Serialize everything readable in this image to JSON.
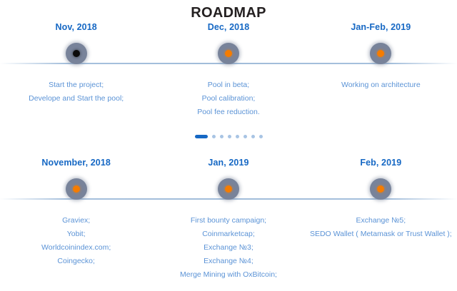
{
  "title": "ROADMAP",
  "colors": {
    "heading": "#1668c4",
    "body": "#5b93d6",
    "node_ring": "#78839a",
    "node_core": "#f57c00",
    "node_core_done": "#0b0b0b",
    "rule": "#96b5d6",
    "title": "#231f20"
  },
  "rows": [
    {
      "columns": [
        {
          "heading": "Nov, 2018",
          "marker": "milestone-node-done",
          "items": [
            "Start the project;",
            "Develope and Start the pool;"
          ]
        },
        {
          "heading": "Dec, 2018",
          "marker": "milestone-node",
          "items": [
            "Pool in beta;",
            "Pool calibration;",
            "Pool fee reduction."
          ]
        },
        {
          "heading": "Jan-Feb, 2019",
          "marker": "milestone-node",
          "items": [
            "Working on architecture"
          ]
        }
      ]
    },
    {
      "columns": [
        {
          "heading": "November, 2018",
          "marker": "milestone-node",
          "items": [
            "Graviex;",
            "Yobit;",
            "Worldcoinindex.com;",
            "Coingecko;"
          ]
        },
        {
          "heading": "Jan, 2019",
          "marker": "milestone-node",
          "items": [
            "First bounty campaign;",
            "Coinmarketcap;",
            "Exchange №3;",
            "Exchange №4;",
            "Merge Mining with OxBitcoin;"
          ]
        },
        {
          "heading": "Feb, 2019",
          "marker": "milestone-node",
          "items": [
            "Exchange №5;",
            "SEDO Wallet ( Metamask or Trust Wallet );"
          ]
        }
      ]
    }
  ],
  "pagination": {
    "total": 8,
    "active_index": 0
  }
}
